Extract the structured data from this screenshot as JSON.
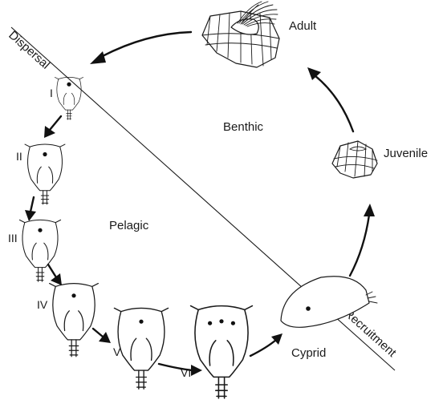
{
  "zones": {
    "dispersal": "Dispersal",
    "benthic": "Benthic",
    "pelagic": "Pelagic",
    "recruitment": "Recruitment"
  },
  "stages": {
    "adult": "Adult",
    "juvenile": "Juvenile",
    "cypris": "Cyprid",
    "naupliar": [
      "I",
      "II",
      "III",
      "IV",
      "V",
      "VI"
    ]
  }
}
